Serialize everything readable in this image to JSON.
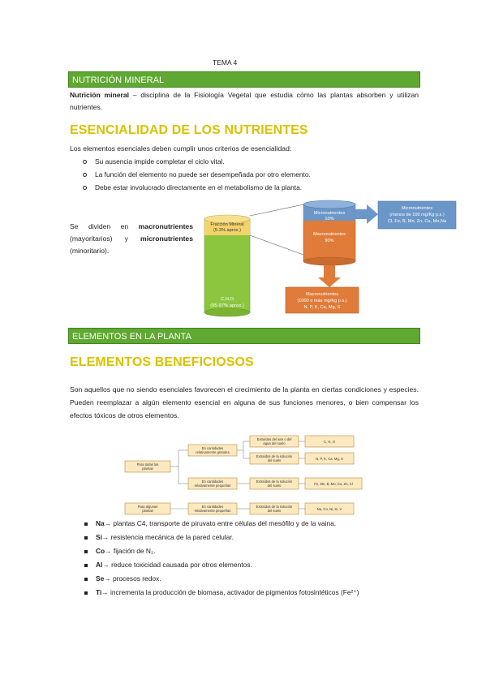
{
  "header": {
    "tema": "TEMA 4"
  },
  "section1": {
    "band": "NUTRICIÓN MINERAL",
    "def_term": "Nutrición mineral",
    "def_text": " – disciplina de la Fisiología Vegetal que estudia cómo las plantas absorben y utilizan nutrientes.",
    "heading": "ESENCIALIDAD DE LOS NUTRIENTES",
    "intro": "Los elementos esenciales deben cumplir unos criterios de esencialidad:",
    "criteria": [
      "Su ausencia impide completar el ciclo vital.",
      "La función del elemento no puede ser desempeñada por otro elemento.",
      "Debe estar involucrado directamente en el metabolismo de la planta."
    ],
    "divide_a": "Se dividen en ",
    "macro": "macronutrientes",
    "divide_b": " (mayoritarios) y ",
    "micro": "micronutrientes",
    "divide_c": " (minoritario)."
  },
  "figure1": {
    "fraccion_title": "Fracción Mineral",
    "fraccion_pct": "(5-3% aprox.)",
    "cho_title": "C,H,O",
    "cho_pct": "(95-97% aprox.)",
    "micro_tank": "Micronutrientes",
    "micro_tank_pct": "10%",
    "macro_tank": "Macronutrientes",
    "macro_tank_pct": "90%",
    "micro_box_title": "Micronutrientes",
    "micro_box_line2": "(menos de 100 mg/Kg p.s.)",
    "micro_box_line3": "Cl, Fe, B, Mn, Zn, Cu, Mo,Na",
    "macro_box_title": "Macronutrientes",
    "macro_box_line2": "(1000 o más mg/Kg p.s.)",
    "macro_box_line3": "N, P, K, Ca, Mg, S"
  },
  "section2": {
    "band": "ELEMENTOS EN LA PLANTA"
  },
  "section3": {
    "heading": "ELEMENTOS BENEFICIOSOS",
    "paragraph": "Son aquellos que no siendo esenciales favorecen el crecimiento de la planta en ciertas condiciones y especies. Pueden reemplazar a algún elemento esencial en alguna de sus funciones menores, o bien compensar los efectos tóxicos de otros elementos."
  },
  "figure2": {
    "todas": [
      "Para todas las",
      "plantas"
    ],
    "algunas": [
      "Para algunas",
      "plantas"
    ],
    "grandes": [
      "En cantidades",
      "relativamente grandes"
    ],
    "pequenas1": [
      "En cantidades",
      "relativamente pequeñas"
    ],
    "pequenas2": [
      "En cantidades",
      "relativamente pequeñas"
    ],
    "aire": [
      "Extraídos del aire o del",
      "agua del suelo"
    ],
    "suelo1": [
      "Extraídos de la solución",
      "del suelo"
    ],
    "suelo2": [
      "Extraídos de la solución",
      "del suelo"
    ],
    "suelo3": [
      "Extraídos de la solución",
      "del suelo"
    ],
    "cho": "C, H, O",
    "npk": "N, P, K, Ca, Mg, S",
    "fe": "Fe, Mn, B, Mo, Cu, Zn, Cl",
    "na": "Na, Co, Ni, Si, V"
  },
  "beneficial": [
    {
      "el": "Na",
      "text": " plantas C4, transporte de piruvato entre células del mesófilo y de la vaina."
    },
    {
      "el": "Si",
      "text": " resistencia mecánica de la pared celular."
    },
    {
      "el": "Co",
      "text": " fijación de N₂."
    },
    {
      "el": "Al",
      "text": " reduce toxicidad causada por otros elementos."
    },
    {
      "el": "Se",
      "text": " procesos redox."
    },
    {
      "el": "Ti",
      "text": " incrementa la producción de biomasa, activador de pigmentos fotosintéticos (Fe²⁺)"
    }
  ],
  "arrow": "→",
  "colors": {
    "band": "#5fa832",
    "heading": "#d8c200",
    "tank_green": "#8cc63f",
    "tank_orange": "#e07b39",
    "tank_blue": "#6b96c8",
    "box_fill": "#fde9c0"
  }
}
